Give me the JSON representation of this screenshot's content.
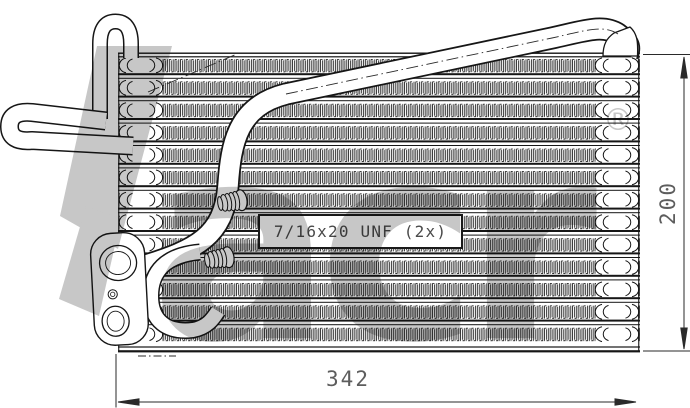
{
  "diagram": {
    "kind": "technical part drawing",
    "subject": "A/C evaporator core with looped pipes and connection flange",
    "thread_spec": "7/16x20 UNF (2x)",
    "dimensions": {
      "width": "342",
      "height": "200"
    },
    "watermark": {
      "brand": "acr",
      "registered": "®"
    },
    "colors": {
      "background": "#ffffff",
      "line": "#161616",
      "dimension_text": "#5d5d5d",
      "label_text": "#4a4a4a",
      "watermark": "#c7c7c7"
    }
  }
}
